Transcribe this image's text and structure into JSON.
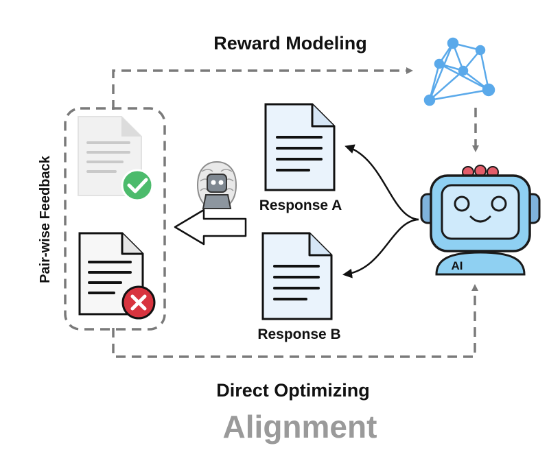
{
  "diagram": {
    "title": "Alignment",
    "top_label": "Reward Modeling",
    "bottom_label": "Direct Optimizing",
    "side_label": "Pair-wise Feedback",
    "response_a_label": "Response A",
    "response_b_label": "Response B",
    "ai_label": "AI"
  },
  "icons": {
    "reward_model": "neural-network-icon",
    "judge": "judge-robot-icon",
    "assistant": "ai-robot-icon",
    "chosen": "check-badge-icon",
    "rejected": "cross-badge-icon",
    "document": "document-icon"
  },
  "colors": {
    "dash": "#7a7a7a",
    "title_gray": "#9a9a9a",
    "network_blue": "#5aa9ea",
    "robot_body": "#8fd0f2",
    "robot_outline": "#1a1a1a",
    "robot_antenna": "#e35d6a",
    "check_green": "#4cbb6c",
    "cross_red": "#d8343f",
    "doc_blue": "#eaf3fc"
  }
}
